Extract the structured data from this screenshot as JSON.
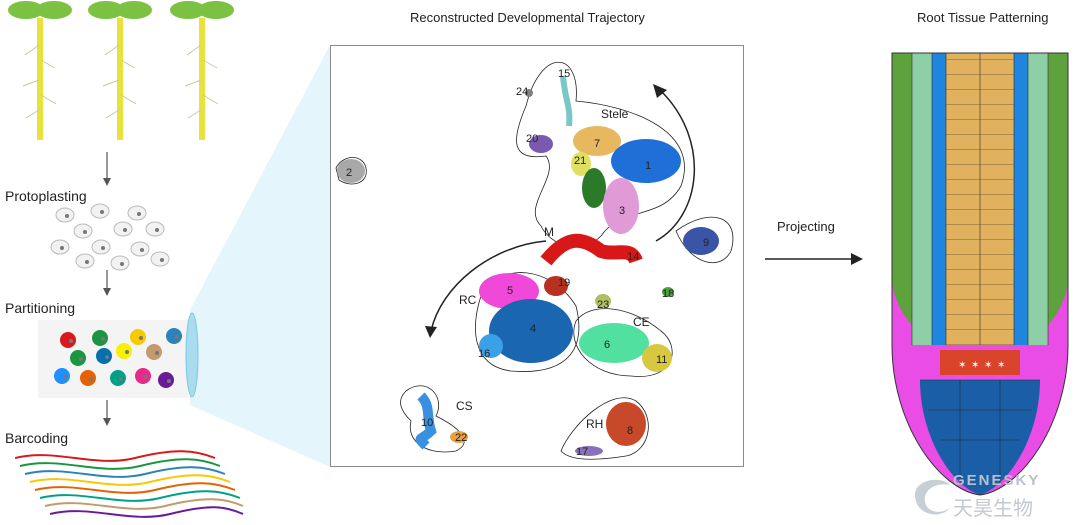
{
  "left_panel": {
    "steps": [
      "Protoplasting",
      "Partitioning",
      "Barcoding"
    ]
  },
  "center_panel": {
    "title": "Reconstructed Developmental Trajectory",
    "regions": [
      {
        "label": "Stele"
      },
      {
        "label": "M"
      },
      {
        "label": "RC"
      },
      {
        "label": "CE"
      },
      {
        "label": "CS"
      },
      {
        "label": "RH"
      }
    ],
    "clusters": [
      {
        "id": "1",
        "color": "#1f6fd8"
      },
      {
        "id": "2",
        "color": "#a8a8a8"
      },
      {
        "id": "3",
        "color": "#e09ad6"
      },
      {
        "id": "4",
        "color": "#1a66b0"
      },
      {
        "id": "5",
        "color": "#f048d8"
      },
      {
        "id": "6",
        "color": "#52e0a0"
      },
      {
        "id": "7",
        "color": "#e8b860"
      },
      {
        "id": "8",
        "color": "#c8492a"
      },
      {
        "id": "9",
        "color": "#3a55a8"
      },
      {
        "id": "10",
        "color": "#3a90e0"
      },
      {
        "id": "11",
        "color": "#d8c840"
      },
      {
        "id": "14",
        "color": "#d81818"
      },
      {
        "id": "15",
        "color": "#78c8c8"
      },
      {
        "id": "16",
        "color": "#3aa0e8"
      },
      {
        "id": "17",
        "color": "#8a70b8"
      },
      {
        "id": "18",
        "color": "#4ca040"
      },
      {
        "id": "19",
        "color": "#b83020"
      },
      {
        "id": "20",
        "color": "#7a5ab0"
      },
      {
        "id": "21",
        "color": "#e0e060"
      },
      {
        "id": "22",
        "color": "#e8a040"
      },
      {
        "id": "23",
        "color": "#b0c060"
      },
      {
        "id": "24",
        "color": "#808080"
      }
    ]
  },
  "arrow_label": "Projecting",
  "right_panel": {
    "title": "Root Tissue Patterning"
  },
  "logo": {
    "latin": "GENESKY",
    "chinese": "天昊生物"
  }
}
